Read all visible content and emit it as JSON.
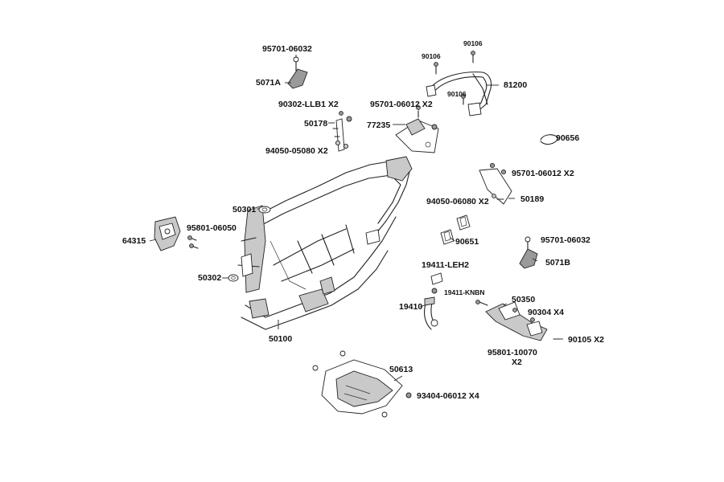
{
  "labels": {
    "p95701_06032_top": "95701-06032",
    "p5071A": "5071A",
    "p90302": "90302-LLB1 X2",
    "p50178": "50178",
    "p94050_05080": "94050-05080 X2",
    "p95701_06012_top": "95701-06012 X2",
    "p77235": "77235",
    "p90106_a": "90106",
    "p90106_b": "90106",
    "p90106_c": "90106",
    "p81200": "81200",
    "p90656": "90656",
    "p95701_06012_mid": "95701-06012 X2",
    "p94050_06080": "94050-06080 X2",
    "p50189": "50189",
    "p50301": "50301",
    "p95801_06050": "95801-06050",
    "p64315": "64315",
    "p90651": "90651",
    "p95701_06032_right": "95701-06032",
    "p5071B": "5071B",
    "p50302": "50302",
    "p19411_leh2": "19411-LEH2",
    "p19411_knbn": "19411-KNBN",
    "p19410": "19410",
    "p50350": "50350",
    "p90304": "90304 X4",
    "p90105": "90105 X2",
    "p95801_10070": "95801-10070",
    "p95801_10070_qty": "X2",
    "p50100": "50100",
    "p50613": "50613",
    "p93404": "93404-06012 X4"
  }
}
